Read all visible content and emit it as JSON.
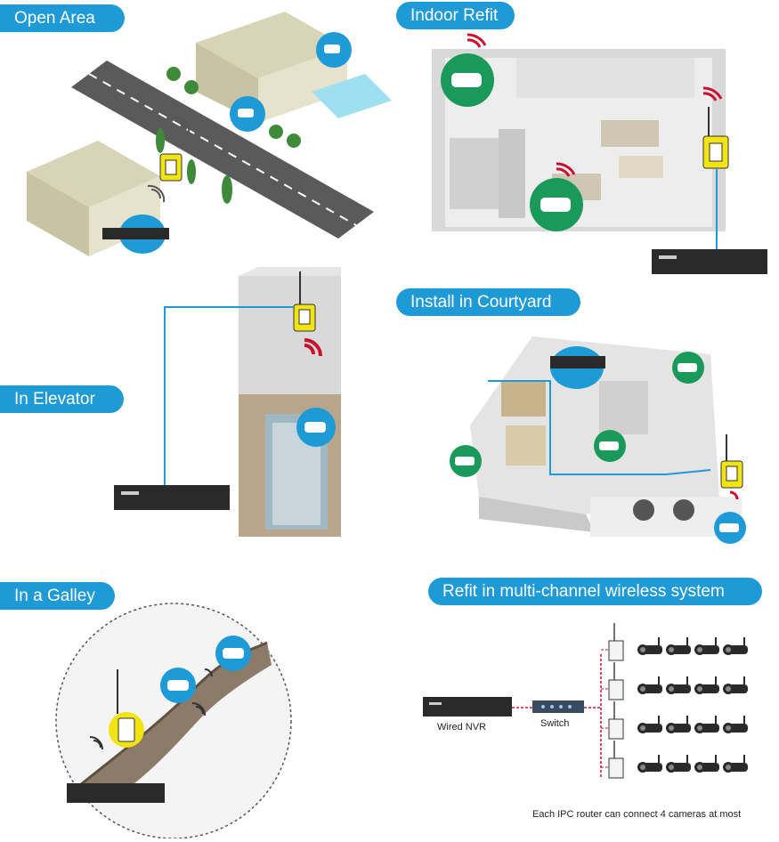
{
  "sections": {
    "open_area": "Open Area",
    "indoor_refit": "Indoor Refit",
    "in_elevator": "In Elevator",
    "install_courtyard": "Install in Courtyard",
    "in_galley": "In a Galley",
    "multichannel": "Refit in multi-channel wireless system"
  },
  "labels": {
    "wired_nvr": "Wired  NVR",
    "switch": "Switch",
    "footnote": "Each IPC router can connect 4 cameras at most"
  },
  "colors": {
    "accent": "#1e9ad6",
    "router": "#f2e313",
    "camera_badge_green": "#1a9a5a",
    "signal_red": "#c8102e",
    "nvr": "#2a2a2a"
  }
}
